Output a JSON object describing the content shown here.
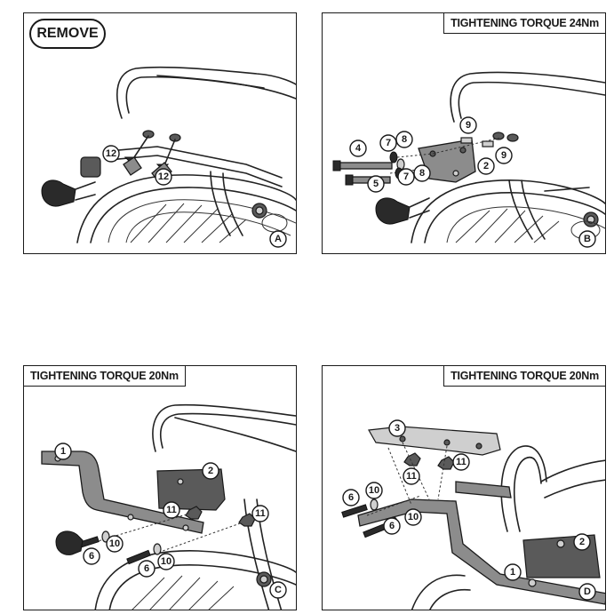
{
  "panels": [
    {
      "id": "A",
      "header": "REMOVE",
      "corner_letter": "A",
      "callouts": [
        "12",
        "12"
      ]
    },
    {
      "id": "B",
      "header": "TIGHTENING TORQUE 24Nm",
      "corner_letter": "B",
      "callouts": [
        "4",
        "5",
        "7",
        "8",
        "7",
        "8",
        "9",
        "9",
        "2"
      ]
    },
    {
      "id": "C",
      "header": "TIGHTENING TORQUE 20Nm",
      "corner_letter": "C",
      "callouts": [
        "1",
        "2",
        "11",
        "11",
        "10",
        "10",
        "6",
        "6"
      ]
    },
    {
      "id": "D",
      "header": "TIGHTENING TORQUE 20Nm",
      "corner_letter": "D",
      "callouts": [
        "3",
        "11",
        "11",
        "6",
        "10",
        "10",
        "6",
        "1",
        "2"
      ]
    }
  ],
  "colors": {
    "line": "#1a1a1a",
    "part_gray": "#8c8c8c",
    "background": "#ffffff"
  }
}
